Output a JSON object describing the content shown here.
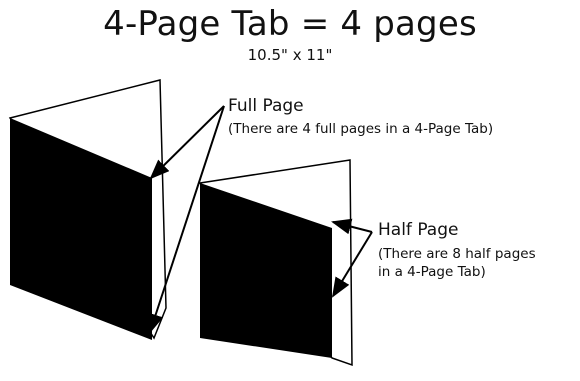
{
  "title": "4-Page Tab = 4 pages",
  "subtitle": "10.5\" x 11\"",
  "full_page": {
    "label": "Full Page",
    "note": "(There are 4 full pages in a 4-Page Tab)"
  },
  "half_page": {
    "label": "Half Page",
    "note_line1": "(There are 8 half pages",
    "note_line2": "in a 4-Page Tab)"
  },
  "colors": {
    "page_fill": "#000000",
    "outline": "#000000",
    "background": "#ffffff"
  }
}
